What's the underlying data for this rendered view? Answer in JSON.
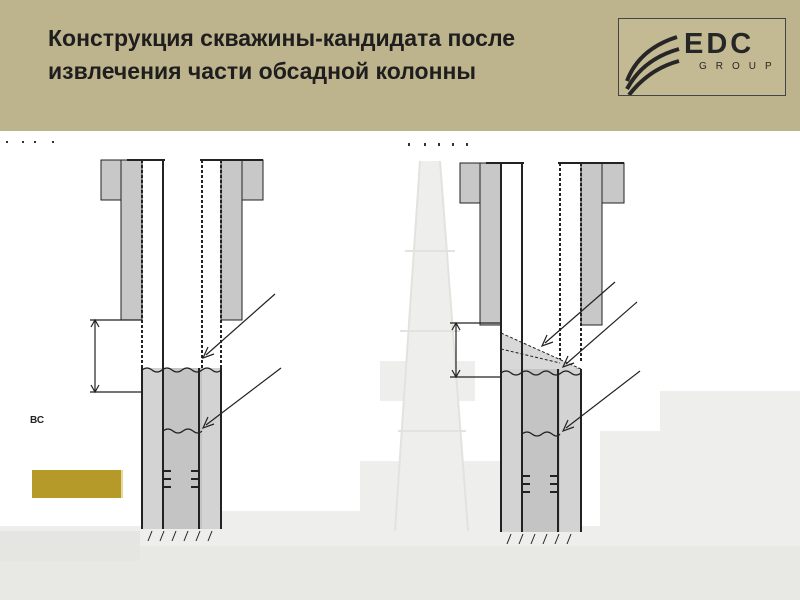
{
  "slide": {
    "title": "Конструкция скважины-кандидата после извлечения части обсадной колонны",
    "side_label": "ВС"
  },
  "logo": {
    "word": "EDC",
    "sub": "GROUP"
  },
  "colors": {
    "header": "#bdb38c",
    "accent_box": "#b59a2a",
    "cement": "#c8c8c8",
    "fluid": "#d3d3d3"
  },
  "icons": {
    "logo_mark": "swoosh-icon"
  }
}
